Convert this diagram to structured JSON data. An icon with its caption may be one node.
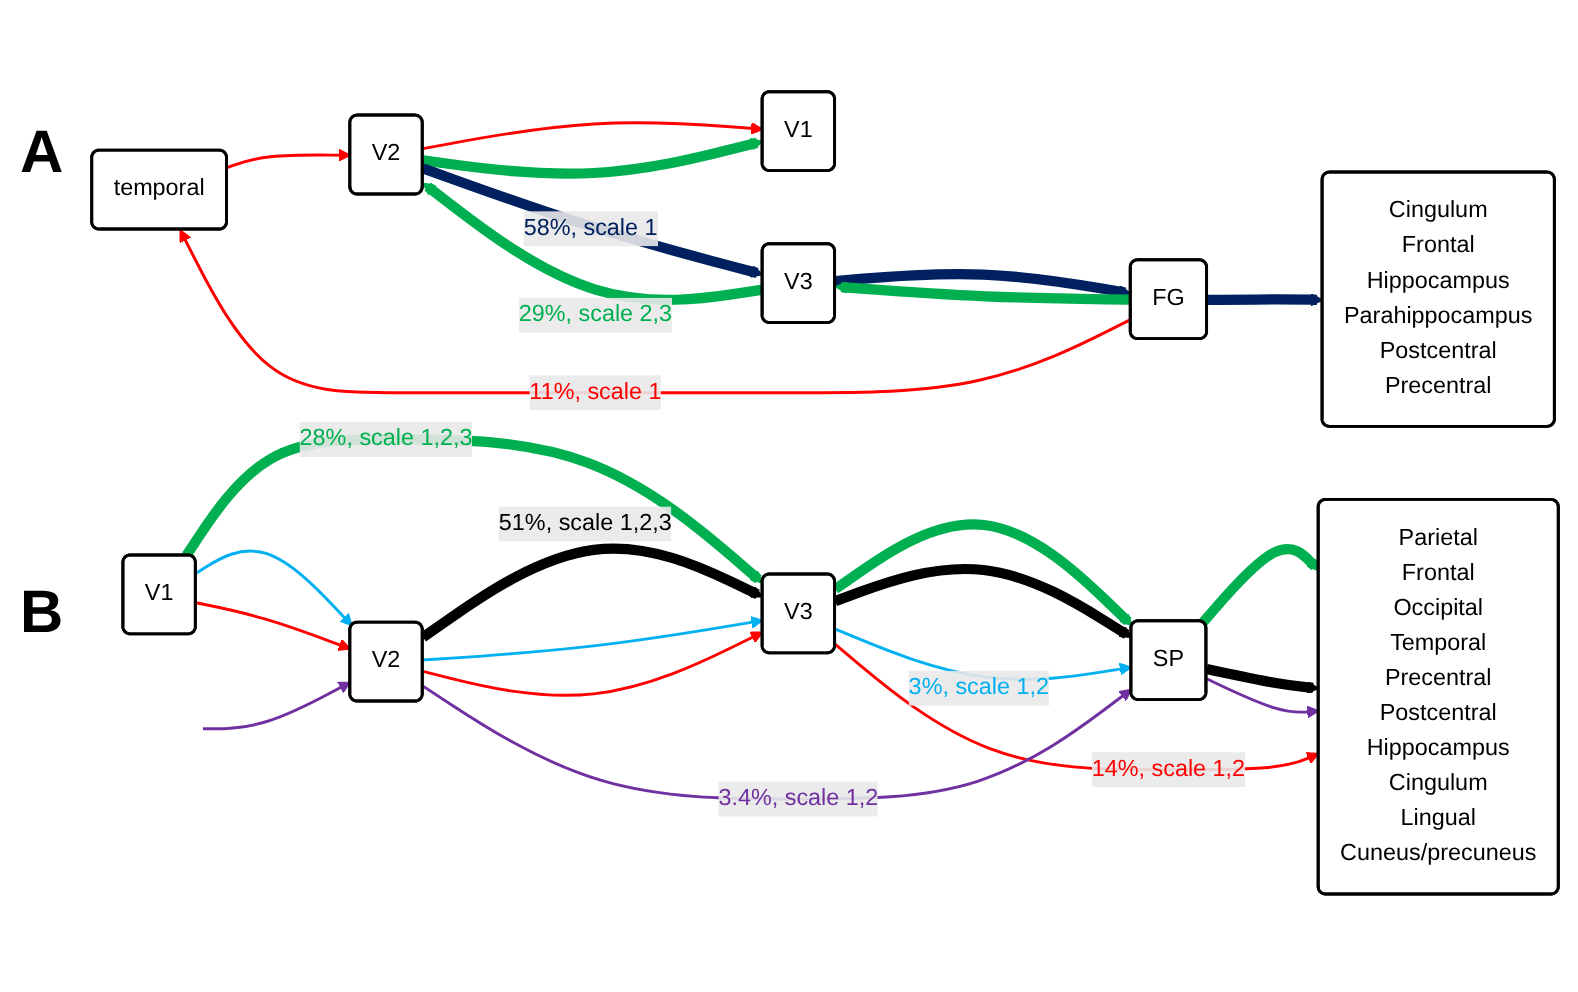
{
  "diagram": {
    "nodes": [
      {
        "text": [
          "temporal"
        ]
      },
      {
        "text": [
          "V1"
        ]
      },
      {
        "text": [
          "V2"
        ]
      },
      {
        "text": [
          "V3"
        ]
      },
      {
        "text": [
          "FG"
        ]
      },
      {
        "text": [
          "Cingulum",
          "Frontal",
          "Hippocampus",
          "Parahippocampus",
          "Postcentral",
          "Precentral"
        ]
      },
      {
        "text": [
          "V1"
        ]
      },
      {
        "text": [
          "V2"
        ]
      },
      {
        "text": [
          "V3"
        ]
      },
      {
        "text": [
          "SP"
        ]
      },
      {
        "text": [
          "Parietal",
          "Frontal",
          "Occipital",
          "Temporal",
          "Precentral",
          "Postcentral",
          "Hippocampus",
          "Cingulum",
          "Lingual",
          "Cuneus/precuneus"
        ]
      }
    ],
    "edges": [
      {
        "from": 4,
        "to": 0,
        "arrow": "to",
        "label": "11%, scale 1",
        "color": "#ff0000"
      },
      {
        "from": 0,
        "to": 2,
        "arrow": "to",
        "color": "#ff0000"
      },
      {
        "from": 2,
        "to": 1,
        "arrow": "to",
        "color": "#ff0000"
      },
      {
        "from": 2,
        "to": 1,
        "arrow": "to",
        "style": "thick",
        "color": "#00b050"
      },
      {
        "from": 2,
        "to": 3,
        "arrow": "to",
        "style": "thick",
        "label": "58%, scale 1",
        "color": "#002060"
      },
      {
        "from": 3,
        "to": 4,
        "arrow": "to",
        "style": "thick",
        "color": "#002060"
      },
      {
        "from": 4,
        "to": 5,
        "arrow": "to",
        "style": "thick",
        "color": "#002060"
      },
      {
        "from": 3,
        "to": 2,
        "arrow": "to",
        "style": "thick",
        "label": "29%, scale 2,3",
        "color": "#00b050"
      },
      {
        "from": 4,
        "to": 3,
        "arrow": "to",
        "style": "thick",
        "color": "#00b050"
      },
      {
        "from": 6,
        "to": 8,
        "arrow": "to",
        "style": "thick",
        "label": "28%, scale 1,2,3",
        "color": "#00b050"
      },
      {
        "from": 8,
        "to": 9,
        "arrow": "to",
        "style": "thick",
        "color": "#00b050"
      },
      {
        "from": 9,
        "to": 10,
        "arrow": "to",
        "style": "thick",
        "color": "#00b050"
      },
      {
        "from": 7,
        "to": 8,
        "arrow": "to",
        "style": "thick",
        "label": "51%, scale 1,2,3",
        "color": "#000000"
      },
      {
        "from": 8,
        "to": 9,
        "arrow": "to",
        "style": "thick",
        "color": "#000000"
      },
      {
        "from": 9,
        "to": 10,
        "arrow": "to",
        "style": "thick",
        "color": "#000000"
      },
      {
        "from": 6,
        "to": 7,
        "arrow": "to",
        "color": "#00b0f0"
      },
      {
        "from": 7,
        "to": 8,
        "arrow": "to",
        "color": "#00b0f0"
      },
      {
        "from": 8,
        "to": 9,
        "arrow": "to",
        "label": "3%, scale 1,2",
        "color": "#00b0f0"
      },
      {
        "from": 6,
        "to": 7,
        "arrow": "to",
        "color": "#ff0000"
      },
      {
        "from": 7,
        "to": 8,
        "arrow": "to",
        "color": "#ff0000"
      },
      {
        "from": 8,
        "to": 10,
        "arrow": "to",
        "label": "14%, scale 1,2",
        "color": "#ff0000"
      },
      {
        "from": null,
        "to": 7,
        "arrow": "to",
        "color": "#7030a0"
      },
      {
        "from": 7,
        "to": 9,
        "arrow": "to",
        "label": "3.4%, scale 1,2",
        "color": "#7030a0"
      },
      {
        "from": 9,
        "to": 10,
        "arrow": "to",
        "color": "#7030a0"
      }
    ],
    "labels": [
      "A",
      "B"
    ]
  }
}
